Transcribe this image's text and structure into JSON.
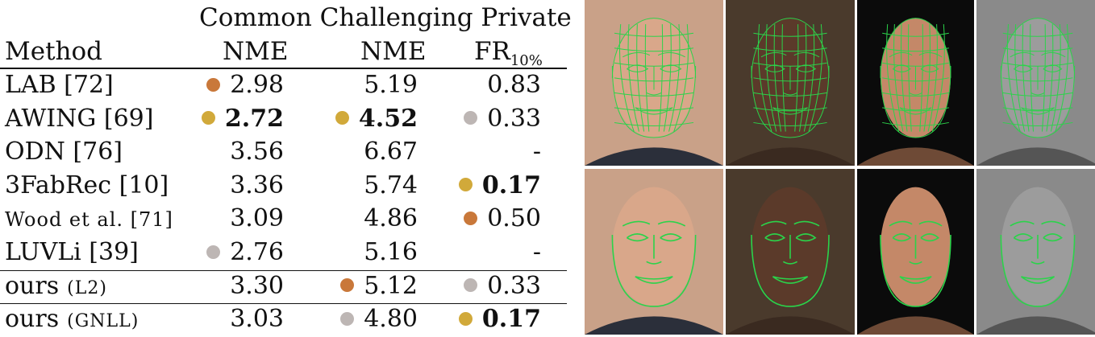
{
  "header": {
    "group_label": "Common Challenging Private",
    "col_method": "Method",
    "col_common": "NME",
    "col_challenging": "NME",
    "col_private_main": "FR",
    "col_private_sub": "10%"
  },
  "colors": {
    "gold": "#d1a93a",
    "bronze": "#c9783a",
    "silver": "#bdb6b4",
    "landmark": "#2bd34a"
  },
  "rows": [
    {
      "method": "LAB [72]",
      "common": "2.98",
      "common_dot": "bronze",
      "challenging": "5.19",
      "challenging_dot": "",
      "private": "0.83",
      "private_dot": ""
    },
    {
      "method": "AWING [69]",
      "common": "2.72",
      "common_dot": "gold",
      "common_bold": true,
      "challenging": "4.52",
      "challenging_dot": "gold",
      "challenging_bold": true,
      "private": "0.33",
      "private_dot": "silver"
    },
    {
      "method": "ODN [76]",
      "common": "3.56",
      "common_dot": "",
      "challenging": "6.67",
      "challenging_dot": "",
      "private": "-",
      "private_dot": ""
    },
    {
      "method": "3FabRec [10]",
      "common": "3.36",
      "common_dot": "",
      "challenging": "5.74",
      "challenging_dot": "",
      "private": "0.17",
      "private_dot": "gold",
      "private_bold": true
    },
    {
      "method": "Wood et al. [71]",
      "common": "3.09",
      "common_dot": "",
      "challenging": "4.86",
      "challenging_dot": "",
      "private": "0.50",
      "private_dot": "bronze"
    },
    {
      "method": "LUVLi [39]",
      "common": "2.76",
      "common_dot": "silver",
      "challenging": "5.16",
      "challenging_dot": "",
      "private": "-",
      "private_dot": ""
    },
    {
      "method": "ours",
      "method_tag": "(L2)",
      "common": "3.30",
      "common_dot": "",
      "challenging": "5.12",
      "challenging_dot": "bronze",
      "private": "0.33",
      "private_dot": "silver"
    },
    {
      "method": "ours",
      "method_tag": "(GNLL)",
      "common": "3.03",
      "common_dot": "",
      "challenging": "4.80",
      "challenging_dot": "silver",
      "private": "0.17",
      "private_dot": "gold",
      "private_bold": true
    }
  ],
  "figure": {
    "panels": [
      {
        "name": "face-dense-1",
        "bg": "#c9a188"
      },
      {
        "name": "face-dense-2",
        "bg": "#4a3a2c"
      },
      {
        "name": "face-dense-3",
        "bg": "#0b0b0b"
      },
      {
        "name": "face-dense-4",
        "bg": "#8a8a8a"
      },
      {
        "name": "face-sparse-1",
        "bg": "#c9a188"
      },
      {
        "name": "face-sparse-2",
        "bg": "#4a3a2c"
      },
      {
        "name": "face-sparse-3",
        "bg": "#0b0b0b"
      },
      {
        "name": "face-sparse-4",
        "bg": "#8a8a8a"
      }
    ]
  }
}
